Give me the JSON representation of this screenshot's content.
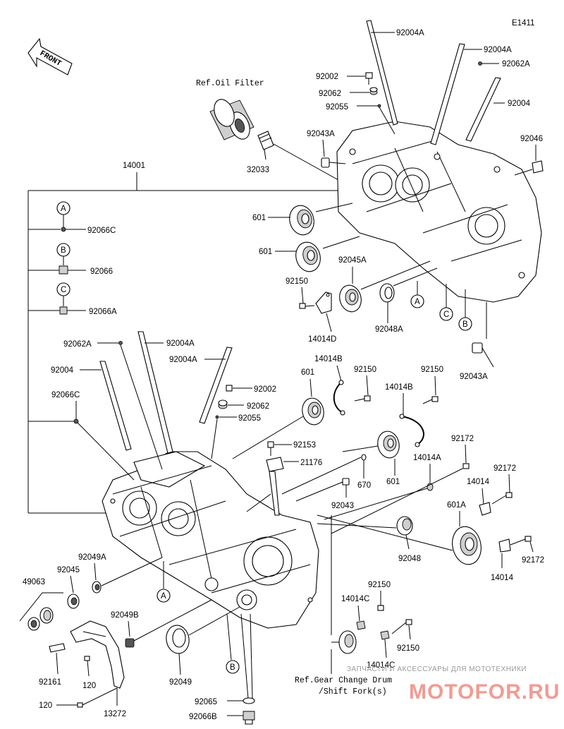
{
  "diagram_code": "E1411",
  "front_label": "FRONT",
  "notes": {
    "oil_filter": "Ref.Oil Filter",
    "gear_change_line1": "Ref.Gear Change Drum",
    "gear_change_line2": "/Shift Fork(s)"
  },
  "legend": [
    {
      "letter": "A",
      "part": "92066C"
    },
    {
      "letter": "B",
      "part": "92066"
    },
    {
      "letter": "C",
      "part": "92066A"
    }
  ],
  "refs": {
    "a": "A",
    "b": "B",
    "c": "C"
  },
  "labels": {
    "l92004a_1": "92004A",
    "l92004a_2": "92004A",
    "l92062a_1": "92062A",
    "l92004_1": "92004",
    "l92002_1": "92002",
    "l92062_1": "92062",
    "l92055_1": "92055",
    "l92043a_1": "92043A",
    "l92046": "92046",
    "l32033": "32033",
    "l14001": "14001",
    "l601_1": "601",
    "l601_2": "601",
    "l92045a": "92045A",
    "l92150_1": "92150",
    "l14014d": "14014D",
    "l92048a": "92048A",
    "l92043a_2": "92043A",
    "l92062a_2": "92062A",
    "l92004a_3": "92004A",
    "l92004a_4": "92004A",
    "l92004_2": "92004",
    "l92066c_2": "92066C",
    "l92002_2": "92002",
    "l92062_2": "92062",
    "l92055_2": "92055",
    "l14014b_1": "14014B",
    "l601_3": "601",
    "l92150_2": "92150",
    "l14014b_2": "14014B",
    "l92150_3": "92150",
    "l92153": "92153",
    "l21176": "21176",
    "l670": "670",
    "l601_4": "601",
    "l92043": "92043",
    "l92172_1": "92172",
    "l14014a": "14014A",
    "l92172_2": "92172",
    "l14014_1": "14014",
    "l601a": "601A",
    "l92048": "92048",
    "l14014_2": "14014",
    "l92172_3": "92172",
    "l49063": "49063",
    "l92045": "92045",
    "l92049a": "92049A",
    "l92049b": "92049B",
    "l92049": "92049",
    "l92161": "92161",
    "l120_1": "120",
    "l120_2": "120",
    "l13272": "13272",
    "l92065": "92065",
    "l92066b": "92066B",
    "l92150_4": "92150",
    "l14014c_1": "14014C",
    "l92150_5": "92150",
    "l14014c_2": "14014C"
  },
  "watermark": {
    "line1": "ЗАПЧАСТИ И АКСЕССУАРЫ ДЛЯ МОТОТЕХНИКИ",
    "line2": "MOTOFOR.RU"
  }
}
